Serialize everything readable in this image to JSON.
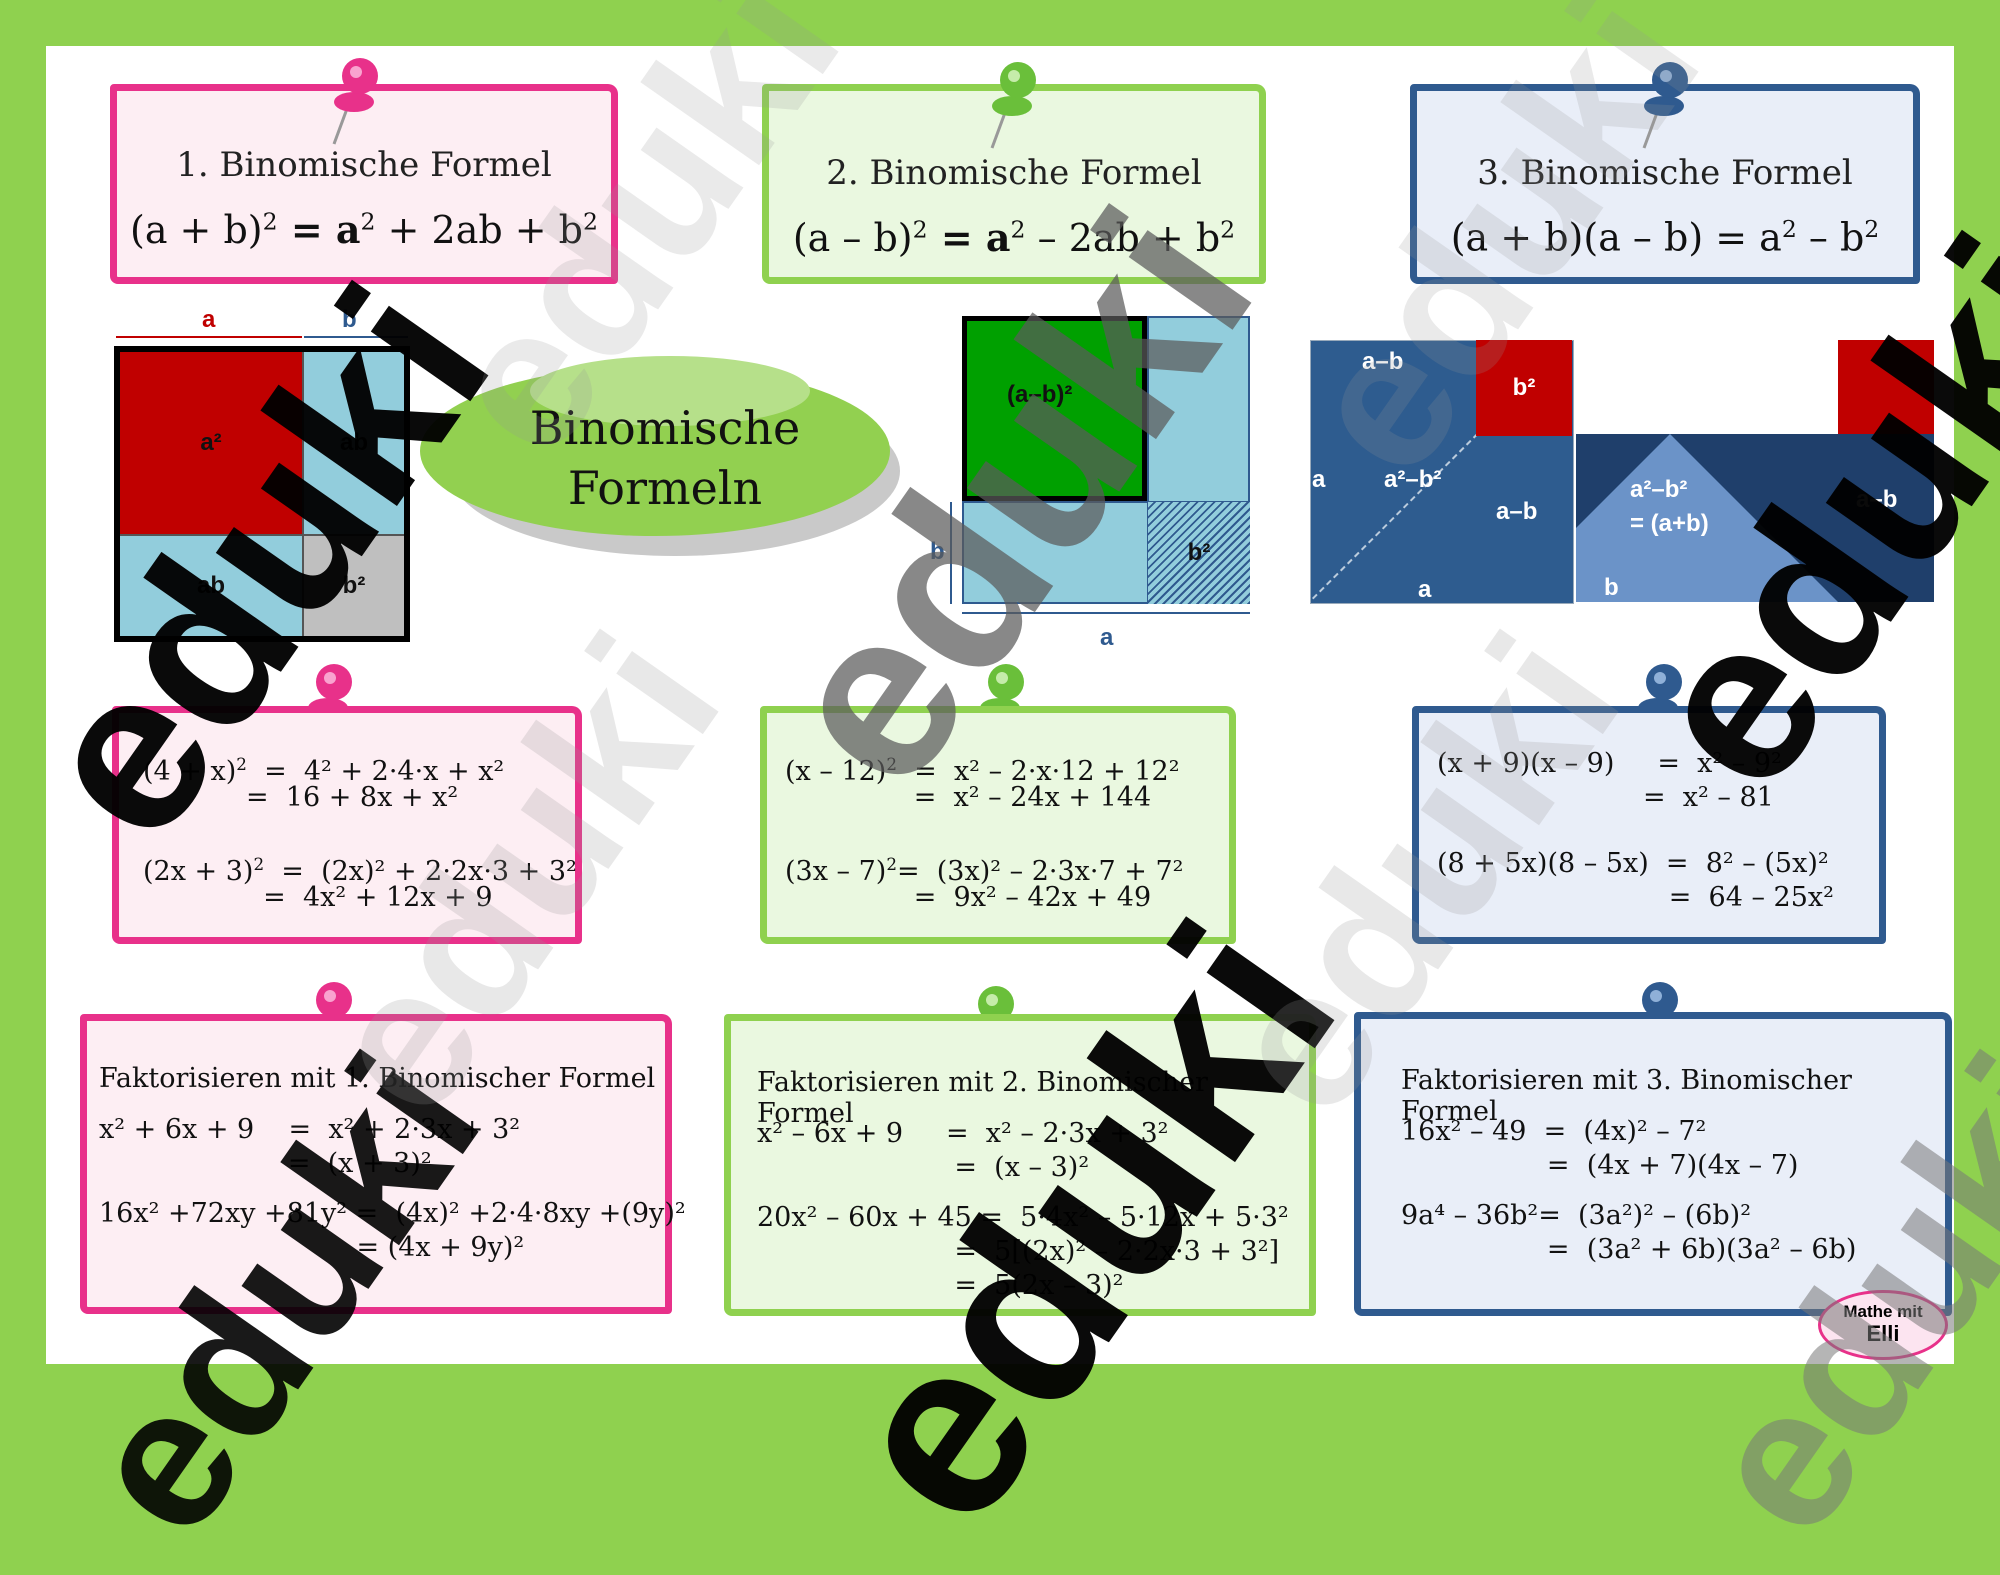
{
  "colors": {
    "frame": "#8fd14f",
    "pink": "#e8318a",
    "green": "#8fd14f",
    "blue": "#2f5a8f"
  },
  "formula_cards": [
    {
      "title": "1. Binomische Formel",
      "lhs": "(a + b)",
      "rhs": " = a",
      "rhs2": " + 2ab + b"
    },
    {
      "title": "2. Binomische Formel",
      "lhs": "(a – b)",
      "rhs": " = a",
      "rhs2": " – 2ab + b"
    },
    {
      "title": "3. Binomische Formel",
      "lhs": "(a + b)(a – b) = a",
      "rhs2": " –  b"
    }
  ],
  "center_title": {
    "line1": "Binomische",
    "line2": "Formeln"
  },
  "diagram1": {
    "a": "a",
    "b": "b",
    "a2": "a²",
    "ab1": "ab",
    "ab2": "ab",
    "b2": "b²"
  },
  "diagram2": {
    "amb2": "(a–b)²",
    "b2": "b²",
    "b": "b",
    "a": "a"
  },
  "diagram3": {
    "amb": "a–b",
    "b2": "b²",
    "a2b2": "a²–b²",
    "a": "a",
    "amb2": "a–b",
    "a_bottom": "a",
    "r_text1": "a²–b²",
    "r_text2": "= (a+b)",
    "r_amb": "a–b",
    "r_b": "b"
  },
  "examples": [
    {
      "l1a": "(4 + x)",
      "l1b": "  =  4² + 2·4·x + x²",
      "l2": "            =  16 + 8x + x²",
      "l3a": "(2x + 3)",
      "l3b": "  =  (2x)² + 2·2x·3 + 3²",
      "l4": "              =  4x² + 12x + 9"
    },
    {
      "l1a": "(x – 12)",
      "l1b": "  =  x² – 2·x·12 + 12²",
      "l2": "               =  x² – 24x + 144",
      "l3a": "(3x – 7)",
      "l3b": "=  (3x)² – 2·3x·7 + 7²",
      "l4": "               =  9x² – 42x + 49"
    },
    {
      "l1a": "(x + 9)(x – 9)",
      "l1b": "     =  x² – 9²",
      "l2": "                        =  x² – 81",
      "l3a": "(8 + 5x)(8 – 5x)",
      "l3b": "  =  8² – (5x)²",
      "l4": "                           =  64 – 25x²"
    }
  ],
  "factor_cards": [
    {
      "title": "Faktorisieren mit 1. Binomischer Formel",
      "l1": "x² + 6x + 9    =  x² + 2·3x + 3²",
      "l2": "                      =  (x + 3)²",
      "l3": "16x² +72xy +81y² =  (4x)² +2·4·8xy +(9y)²",
      "l4": "                              = (4x + 9y)²"
    },
    {
      "title": "Faktorisieren mit 2. Binomischer Formel",
      "l1": "x² – 6x + 9     =  x² – 2·3x + 3²",
      "l2": "                       =  (x – 3)²",
      "l3": "20x² – 60x + 45 =  5·4x² – 5·12x + 5·3²",
      "l4": "                       =  5[(2x)² – 2·2x·3 + 3²]",
      "l5": "                       =  5(2x – 3)²"
    },
    {
      "title": "Faktorisieren mit 3. Binomischer Formel",
      "l1": "16x² – 49  =  (4x)² – 7²",
      "l2": "                 =  (4x + 7)(4x – 7)",
      "l3": "9a⁴ – 36b²=  (3a²)² – (6b)²",
      "l4": "                 =  (3a² + 6b)(3a² – 6b)"
    }
  ],
  "logo": {
    "line1": "Mathe mit",
    "line2": "Elli"
  },
  "watermark": "eduki"
}
